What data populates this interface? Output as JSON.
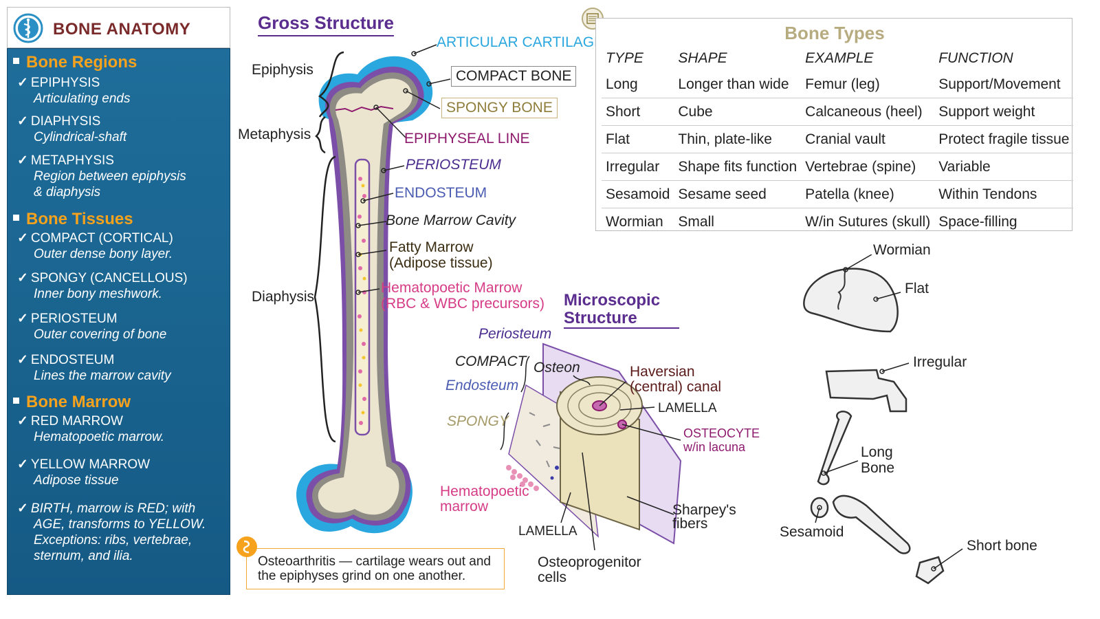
{
  "sidebar": {
    "title": "BONE ANATOMY",
    "sections": [
      {
        "label": "Bone Regions",
        "items": [
          {
            "head": "EPIPHYSIS",
            "sub": "Articulating ends"
          },
          {
            "head": "DIAPHYSIS",
            "sub": "Cylindrical-shaft"
          },
          {
            "head": "METAPHYSIS",
            "sub": "Region between epiphysis",
            "sub2": "& diaphysis"
          }
        ]
      },
      {
        "label": "Bone Tissues",
        "items": [
          {
            "head": "COMPACT (CORTICAL)",
            "sub": "Outer dense bony layer."
          },
          {
            "head": "SPONGY (CANCELLOUS)",
            "sub": "Inner bony meshwork."
          },
          {
            "head": "PERIOSTEUM",
            "sub": "Outer covering of bone"
          },
          {
            "head": "ENDOSTEUM",
            "sub": "Lines the marrow cavity"
          }
        ]
      },
      {
        "label": "Bone Marrow",
        "items": [
          {
            "head": "RED MARROW",
            "sub": "Hematopoetic marrow."
          },
          {
            "head": "YELLOW MARROW",
            "sub": "Adipose tissue"
          },
          {
            "head": "BIRTH, marrow  is RED; with",
            "sub": "AGE, transforms to YELLOW.",
            "sub2": "Exceptions: ribs, vertebrae,",
            "sub3": "sternum, and ilia."
          }
        ]
      }
    ]
  },
  "gross": {
    "heading": "Gross Structure",
    "labels": {
      "epiphysis": "Epiphysis",
      "metaphysis": "Metaphysis",
      "diaphysis": "Diaphysis",
      "articular": "ARTICULAR CARTILAGE",
      "compact": "COMPACT BONE",
      "spongy": "SPONGY BONE",
      "epiline": "EPIPHYSEAL LINE",
      "periosteum": "PERIOSTEUM",
      "endosteum": "ENDOSTEUM",
      "cavity": "Bone Marrow Cavity",
      "fatty1": "Fatty Marrow",
      "fatty2": "(Adipose tissue)",
      "hema1": "Hematopoetic Marrow",
      "hema2": "(RBC & WBC precursors)"
    }
  },
  "micro": {
    "heading1": "Microscopic",
    "heading2": "Structure",
    "labels": {
      "periosteum": "Periosteum",
      "compact": "COMPACT",
      "osteon": "Osteon",
      "endosteum": "Endosteum",
      "spongy": "SPONGY",
      "haversian1": "Haversian",
      "haversian2": "(central) canal",
      "lamella_top": "LAMELLA",
      "osteocyte1": "OSTEOCYTE",
      "osteocyte2": "w/in lacuna",
      "hema1": "Hematopoetic",
      "hema2": "marrow",
      "lamella_bottom": "LAMELLA",
      "sharpey1": "Sharpey's",
      "sharpey2": "fibers",
      "osteo1": "Osteoprogenitor",
      "osteo2": "cells"
    }
  },
  "table": {
    "title": "Bone Types",
    "headers": [
      "TYPE",
      "SHAPE",
      "EXAMPLE",
      "FUNCTION"
    ],
    "rows": [
      [
        "Long",
        "Longer than wide",
        "Femur (leg)",
        "Support/Movement"
      ],
      [
        "Short",
        "Cube",
        "Calcaneous (heel)",
        "Support weight"
      ],
      [
        "Flat",
        "Thin, plate-like",
        "Cranial vault",
        "Protect fragile tissue"
      ],
      [
        "Irregular",
        "Shape fits function",
        "Vertebrae (spine)",
        "Variable"
      ],
      [
        "Sesamoid",
        "Sesame seed",
        "Patella (knee)",
        "Within Tendons"
      ],
      [
        "Wormian",
        "Small",
        "W/in Sutures (skull)",
        "Space-filling"
      ]
    ]
  },
  "types_diagram": {
    "wormian": "Wormian",
    "flat": "Flat",
    "irregular": "Irregular",
    "long1": "Long",
    "long2": "Bone",
    "sesamoid": "Sesamoid",
    "short": "Short bone"
  },
  "note": {
    "line1": "Osteoarthritis — cartilage wears out and",
    "line2": "the epiphyses grind on one another."
  },
  "colors": {
    "sidebar_bg": "#1f6d9a",
    "section_title": "#f7a21c",
    "cartilage": "#2aa7df",
    "periosteum": "#7b4fa8",
    "bone": "#ebe5cf"
  }
}
